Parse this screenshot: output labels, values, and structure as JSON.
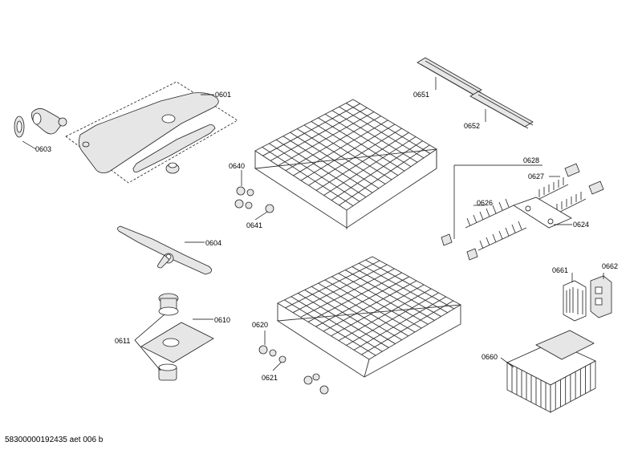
{
  "footer": {
    "doc_id": "58300000192435 aet 006 b"
  },
  "labels": {
    "l0601": "0601",
    "l0603": "0603",
    "l0604": "0604",
    "l0610": "0610",
    "l0611": "0611",
    "l0620": "0620",
    "l0621": "0621",
    "l0624": "0624",
    "l0626": "0626",
    "l0627": "0627",
    "l0628": "0628",
    "l0640": "0640",
    "l0641": "0641",
    "l0651": "0651",
    "l0652": "0652",
    "l0660": "0660",
    "l0661": "0661",
    "l0662": "0662"
  }
}
